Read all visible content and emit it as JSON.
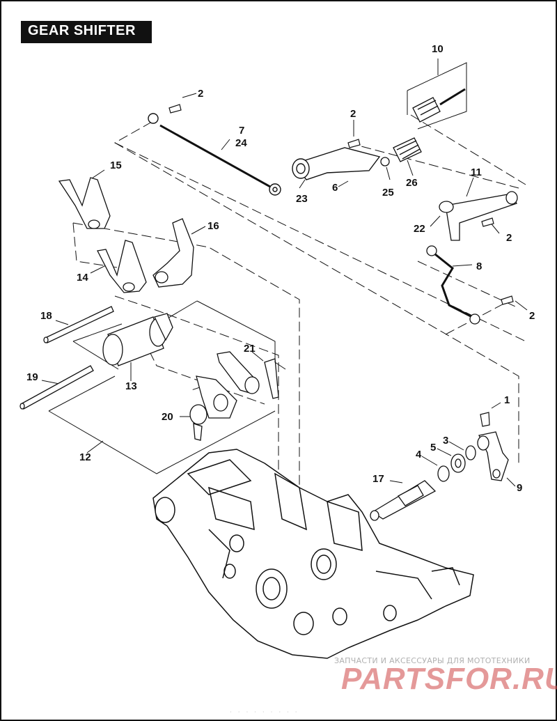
{
  "title": "GEAR SHIFTER",
  "callouts": [
    {
      "id": "c10",
      "label": "10"
    },
    {
      "id": "c2a",
      "label": "2"
    },
    {
      "id": "c2b",
      "label": "2"
    },
    {
      "id": "c7",
      "label": "7"
    },
    {
      "id": "c24",
      "label": "24"
    },
    {
      "id": "c15",
      "label": "15"
    },
    {
      "id": "c23",
      "label": "23"
    },
    {
      "id": "c6",
      "label": "6"
    },
    {
      "id": "c25",
      "label": "25"
    },
    {
      "id": "c26",
      "label": "26"
    },
    {
      "id": "c11",
      "label": "11"
    },
    {
      "id": "c16",
      "label": "16"
    },
    {
      "id": "c22",
      "label": "22"
    },
    {
      "id": "c2c",
      "label": "2"
    },
    {
      "id": "c14",
      "label": "14"
    },
    {
      "id": "c8",
      "label": "8"
    },
    {
      "id": "c18",
      "label": "18"
    },
    {
      "id": "c2d",
      "label": "2"
    },
    {
      "id": "c21",
      "label": "21"
    },
    {
      "id": "c13",
      "label": "13"
    },
    {
      "id": "c19",
      "label": "19"
    },
    {
      "id": "c20",
      "label": "20"
    },
    {
      "id": "c1",
      "label": "1"
    },
    {
      "id": "c3",
      "label": "3"
    },
    {
      "id": "c5",
      "label": "5"
    },
    {
      "id": "c4",
      "label": "4"
    },
    {
      "id": "c12",
      "label": "12"
    },
    {
      "id": "c17",
      "label": "17"
    },
    {
      "id": "c9",
      "label": "9"
    }
  ],
  "watermark": {
    "tagline": "ЗАПЧАСТИ И АКСЕССУАРЫ ДЛЯ МОТОТЕХНИКИ",
    "brand": "PARTSFOR.RU"
  },
  "footer": "· · · · · · · · ·",
  "colors": {
    "ink": "#111111",
    "title_bg": "#111111",
    "watermark": "#cd4646"
  }
}
